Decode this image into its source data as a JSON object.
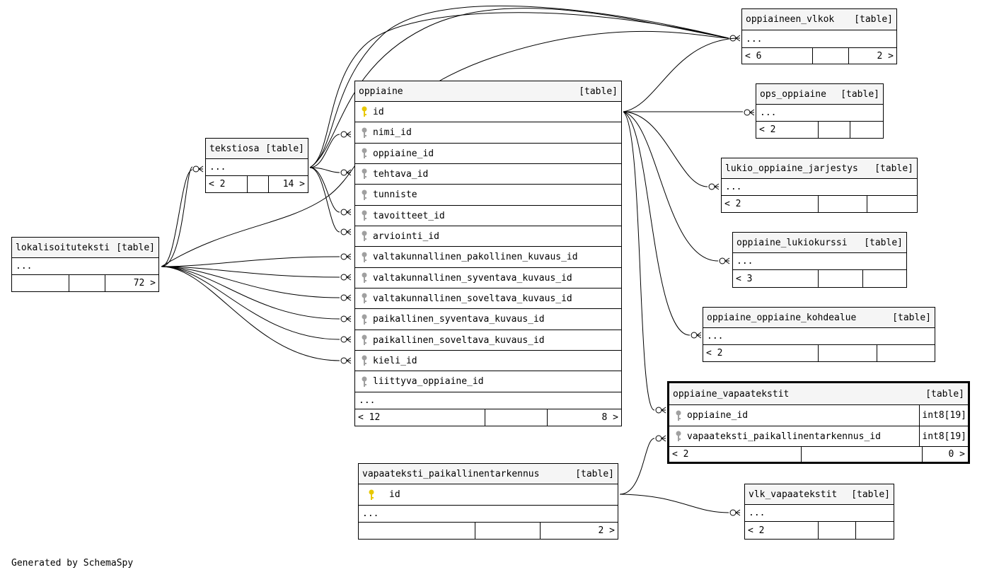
{
  "footer_text": "Generated by SchemaSpy",
  "table_tag": "[table]",
  "ellipsis": "...",
  "tables": {
    "oppiaineen_vlkok": {
      "name": "oppiaineen_vlkok",
      "footer": [
        "< 6",
        "",
        "2 >"
      ]
    },
    "ops_oppiaine": {
      "name": "ops_oppiaine",
      "footer": [
        "< 2",
        "",
        ""
      ]
    },
    "lukio_oppiaine_jarjestys": {
      "name": "lukio_oppiaine_jarjestys",
      "footer": [
        "< 2",
        "",
        ""
      ]
    },
    "oppiaine_lukiokurssi": {
      "name": "oppiaine_lukiokurssi",
      "footer": [
        "< 3",
        "",
        ""
      ]
    },
    "oppiaine_oppiaine_kohdealue": {
      "name": "oppiaine_oppiaine_kohdealue",
      "footer": [
        "< 2",
        "",
        ""
      ]
    },
    "tekstiosa": {
      "name": "tekstiosa",
      "footer": [
        "< 2",
        "",
        "14 >"
      ]
    },
    "lokalisoituteksti": {
      "name": "lokalisoituteksti",
      "footer": [
        "",
        "",
        "72 >"
      ]
    },
    "oppiaine": {
      "name": "oppiaine",
      "columns": [
        "id",
        "nimi_id",
        "oppiaine_id",
        "tehtava_id",
        "tunniste",
        "tavoitteet_id",
        "arviointi_id",
        "valtakunnallinen_pakollinen_kuvaus_id",
        "valtakunnallinen_syventava_kuvaus_id",
        "valtakunnallinen_soveltava_kuvaus_id",
        "paikallinen_syventava_kuvaus_id",
        "paikallinen_soveltava_kuvaus_id",
        "kieli_id",
        "liittyva_oppiaine_id"
      ],
      "footer": [
        "< 12",
        "",
        "8 >"
      ]
    },
    "oppiaine_vapaatekstit": {
      "name": "oppiaine_vapaatekstit",
      "columns": [
        {
          "name": "oppiaine_id",
          "type": "int8[19]"
        },
        {
          "name": "vapaateksti_paikallinentarkennus_id",
          "type": "int8[19]"
        }
      ],
      "footer": [
        "< 2",
        "",
        "0 >"
      ]
    },
    "vapaateksti_paikallinentarkennus": {
      "name": "vapaateksti_paikallinentarkennus",
      "columns": [
        "id"
      ],
      "footer": [
        "",
        "",
        "2 >"
      ]
    },
    "vlk_vapaatekstit": {
      "name": "vlk_vapaatekstit",
      "footer": [
        "< 2",
        "",
        ""
      ]
    }
  },
  "colors": {
    "primary_key": "#e8c800",
    "foreign_key": "#a0a0a0",
    "header_bg": "#f5f5f5"
  }
}
